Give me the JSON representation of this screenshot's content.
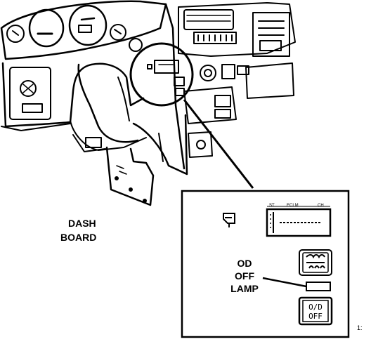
{
  "labels": {
    "dash_board_line1": "DASH",
    "dash_board_line2": "BOARD",
    "od_line1": "OD",
    "od_line2": "OFF",
    "od_line3": "LAMP",
    "figure_number": "1:"
  },
  "switch_panel": {
    "dial_marks": [
      "ST",
      "ECLM",
      "CH"
    ],
    "od_switch_line1": "O/D",
    "od_switch_line2": "OFF"
  }
}
